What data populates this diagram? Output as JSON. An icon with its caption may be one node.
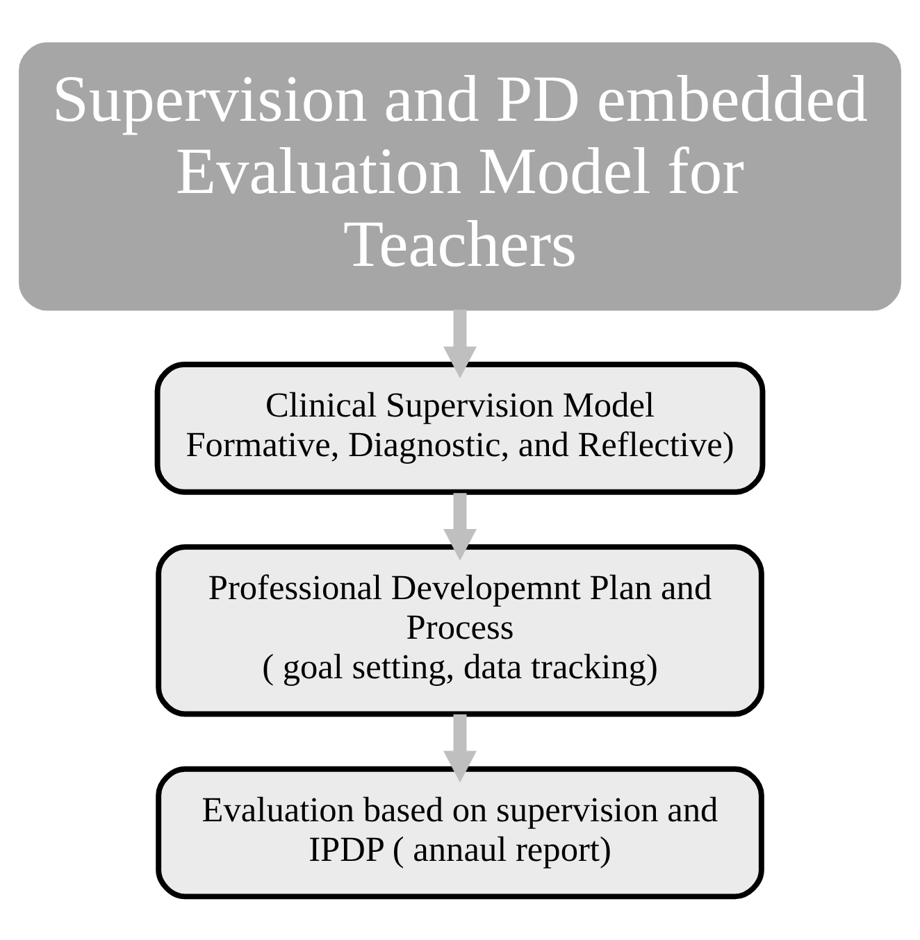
{
  "diagram": {
    "nodes": [
      {
        "text": [
          "Supervision and PD embedded Evaluation Model for Teachers"
        ]
      },
      {
        "text": [
          "Clinical Supervision Model",
          "Formative, Diagnostic, and Reflective)"
        ]
      },
      {
        "text": [
          "Professional Developemnt Plan and Process",
          "( goal setting, data tracking)"
        ]
      },
      {
        "text": [
          "Evaluation based on supervision and IPDP ( annaul report)"
        ]
      }
    ],
    "edges": [
      {
        "from": 0,
        "to": 1,
        "arrow": "to"
      },
      {
        "from": 1,
        "to": 2,
        "arrow": "to"
      },
      {
        "from": 2,
        "to": 3,
        "arrow": "to"
      }
    ]
  }
}
